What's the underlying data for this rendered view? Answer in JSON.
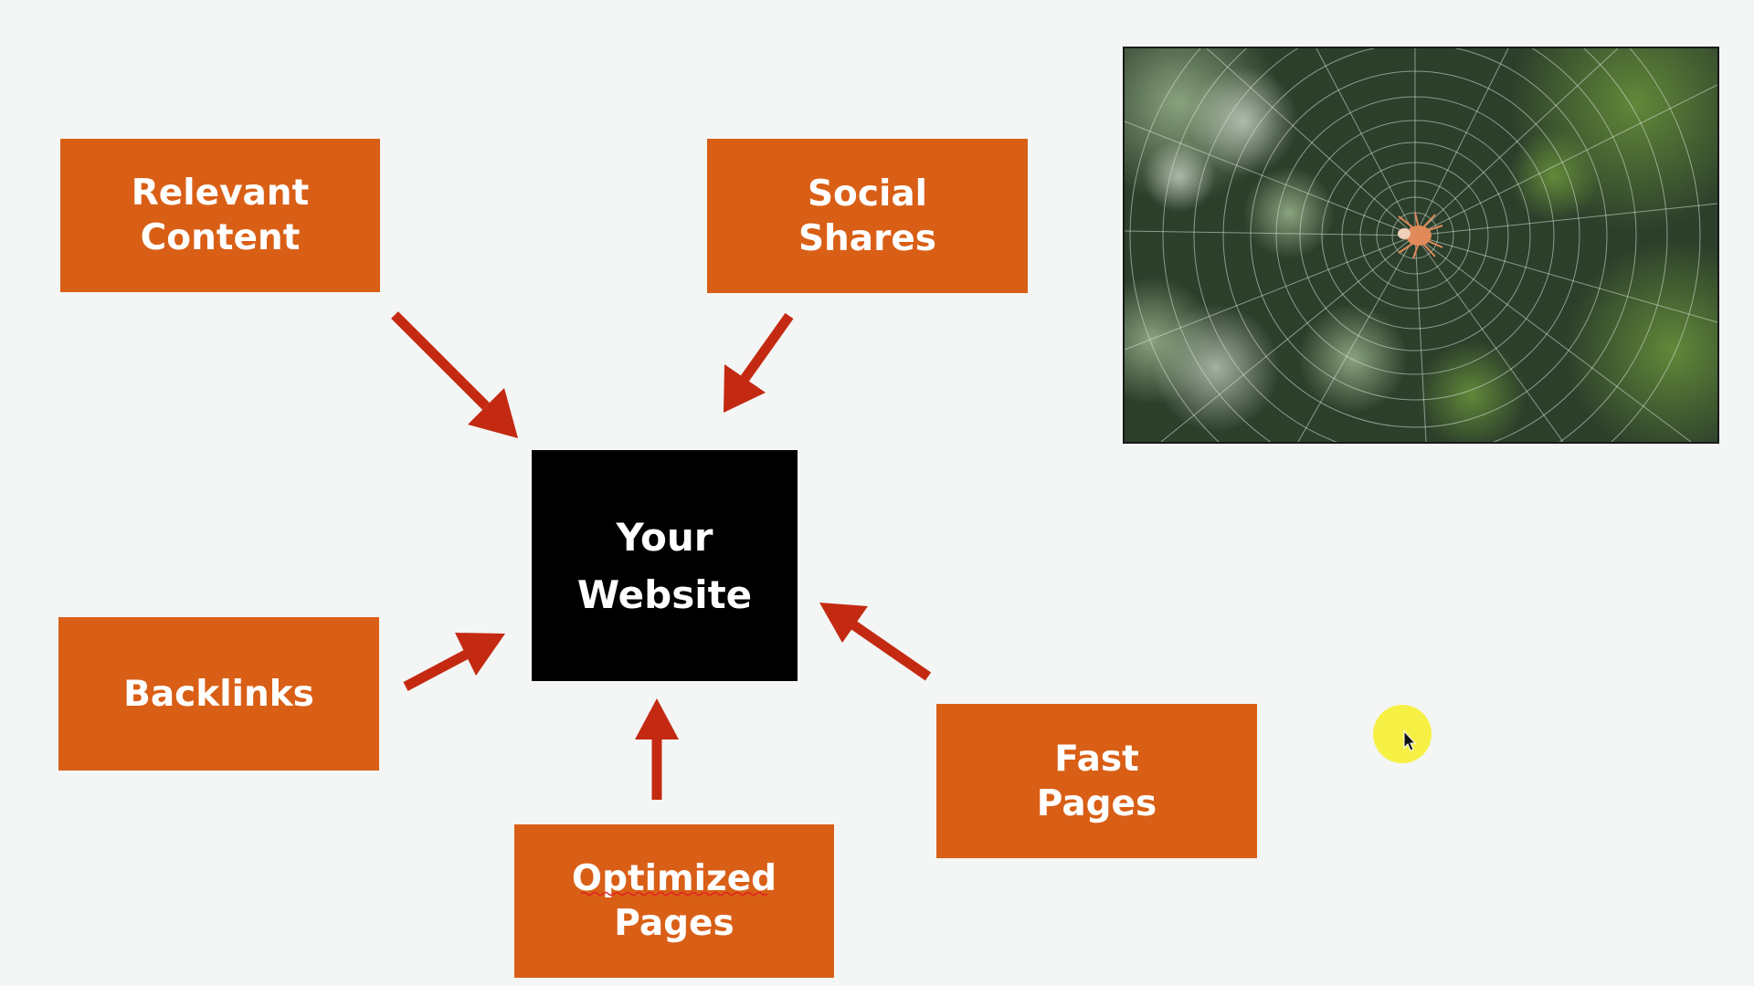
{
  "diagram": {
    "center": {
      "line1": "Your",
      "line2": "Website"
    },
    "nodes": {
      "relevant_content": {
        "line1": "Relevant",
        "line2": "Content"
      },
      "social_shares": {
        "line1": "Social",
        "line2": "Shares"
      },
      "backlinks": {
        "line1": "Backlinks"
      },
      "optimized_pages": {
        "line1": "Optimized",
        "line2": "Pages"
      },
      "fast_pages": {
        "line1": "Fast",
        "line2": "Pages"
      }
    },
    "edges": [
      {
        "from": "relevant_content",
        "to": "center"
      },
      {
        "from": "social_shares",
        "to": "center"
      },
      {
        "from": "backlinks",
        "to": "center"
      },
      {
        "from": "optimized_pages",
        "to": "center"
      },
      {
        "from": "fast_pages",
        "to": "center"
      }
    ]
  },
  "photo": {
    "subject": "spider-web-photo"
  },
  "colors": {
    "background": "#f3f6f4",
    "node": "#d95f16",
    "center": "#000000",
    "arrow": "#c42a12",
    "highlight": "#f7ef3a"
  },
  "icons": [
    "arrow-icon",
    "mouse-pointer-icon"
  ]
}
